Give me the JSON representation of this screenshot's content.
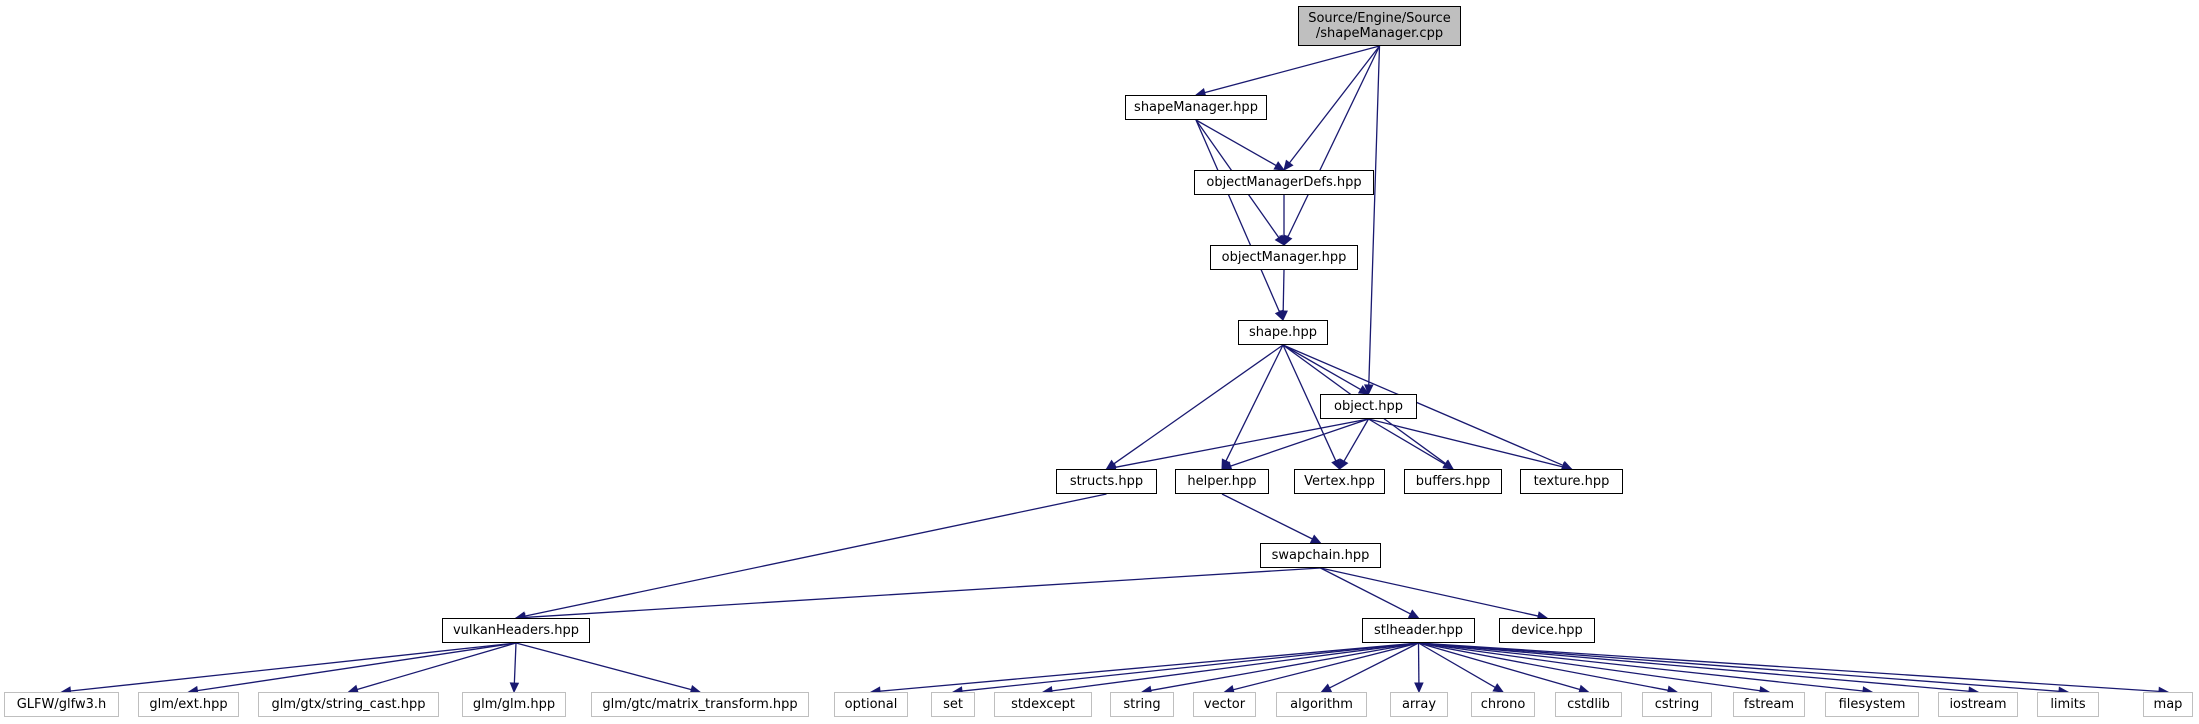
{
  "nodes": {
    "root_line1": "Source/Engine/Source",
    "root_line2": "/shapeManager.cpp",
    "shapeManager_hpp": "shapeManager.hpp",
    "objectManagerDefs_hpp": "objectManagerDefs.hpp",
    "objectManager_hpp": "objectManager.hpp",
    "shape_hpp": "shape.hpp",
    "object_hpp": "object.hpp",
    "structs_hpp": "structs.hpp",
    "helper_hpp": "helper.hpp",
    "Vertex_hpp": "Vertex.hpp",
    "buffers_hpp": "buffers.hpp",
    "texture_hpp": "texture.hpp",
    "swapchain_hpp": "swapchain.hpp",
    "vulkanHeaders_hpp": "vulkanHeaders.hpp",
    "stlheader_hpp": "stlheader.hpp",
    "device_hpp": "device.hpp",
    "glfw3_h": "GLFW/glfw3.h",
    "glm_ext_hpp": "glm/ext.hpp",
    "glm_string_cast_hpp": "glm/gtx/string_cast.hpp",
    "glm_glm_hpp": "glm/glm.hpp",
    "glm_matrix_transform_hpp": "glm/gtc/matrix_transform.hpp",
    "optional": "optional",
    "set": "set",
    "stdexcept": "stdexcept",
    "string": "string",
    "vector": "vector",
    "algorithm": "algorithm",
    "array": "array",
    "chrono": "chrono",
    "cstdlib": "cstdlib",
    "cstring": "cstring",
    "fstream": "fstream",
    "filesystem": "filesystem",
    "iostream": "iostream",
    "limits": "limits",
    "map": "map"
  },
  "edges": [
    [
      "root",
      "shapeManager_hpp"
    ],
    [
      "root",
      "objectManagerDefs_hpp"
    ],
    [
      "root",
      "objectManager_hpp"
    ],
    [
      "root",
      "object_hpp"
    ],
    [
      "shapeManager_hpp",
      "objectManagerDefs_hpp"
    ],
    [
      "shapeManager_hpp",
      "objectManager_hpp"
    ],
    [
      "shapeManager_hpp",
      "shape_hpp"
    ],
    [
      "objectManagerDefs_hpp",
      "objectManager_hpp"
    ],
    [
      "objectManager_hpp",
      "shape_hpp"
    ],
    [
      "shape_hpp",
      "object_hpp"
    ],
    [
      "shape_hpp",
      "structs_hpp"
    ],
    [
      "shape_hpp",
      "helper_hpp"
    ],
    [
      "shape_hpp",
      "Vertex_hpp"
    ],
    [
      "shape_hpp",
      "buffers_hpp"
    ],
    [
      "shape_hpp",
      "texture_hpp"
    ],
    [
      "object_hpp",
      "structs_hpp"
    ],
    [
      "object_hpp",
      "helper_hpp"
    ],
    [
      "object_hpp",
      "Vertex_hpp"
    ],
    [
      "object_hpp",
      "buffers_hpp"
    ],
    [
      "object_hpp",
      "texture_hpp"
    ],
    [
      "structs_hpp",
      "vulkanHeaders_hpp"
    ],
    [
      "helper_hpp",
      "swapchain_hpp"
    ],
    [
      "swapchain_hpp",
      "vulkanHeaders_hpp"
    ],
    [
      "swapchain_hpp",
      "stlheader_hpp"
    ],
    [
      "swapchain_hpp",
      "device_hpp"
    ],
    [
      "vulkanHeaders_hpp",
      "glfw3_h"
    ],
    [
      "vulkanHeaders_hpp",
      "glm_ext_hpp"
    ],
    [
      "vulkanHeaders_hpp",
      "glm_string_cast_hpp"
    ],
    [
      "vulkanHeaders_hpp",
      "glm_glm_hpp"
    ],
    [
      "vulkanHeaders_hpp",
      "glm_matrix_transform_hpp"
    ],
    [
      "stlheader_hpp",
      "optional"
    ],
    [
      "stlheader_hpp",
      "set"
    ],
    [
      "stlheader_hpp",
      "stdexcept"
    ],
    [
      "stlheader_hpp",
      "string"
    ],
    [
      "stlheader_hpp",
      "vector"
    ],
    [
      "stlheader_hpp",
      "algorithm"
    ],
    [
      "stlheader_hpp",
      "array"
    ],
    [
      "stlheader_hpp",
      "chrono"
    ],
    [
      "stlheader_hpp",
      "cstdlib"
    ],
    [
      "stlheader_hpp",
      "cstring"
    ],
    [
      "stlheader_hpp",
      "fstream"
    ],
    [
      "stlheader_hpp",
      "filesystem"
    ],
    [
      "stlheader_hpp",
      "iostream"
    ],
    [
      "stlheader_hpp",
      "limits"
    ],
    [
      "stlheader_hpp",
      "map"
    ]
  ],
  "colors": {
    "edge": "#191970",
    "node_border": "#000000",
    "external_border": "#bfbfbf",
    "root_fill": "#bfbfbf"
  }
}
